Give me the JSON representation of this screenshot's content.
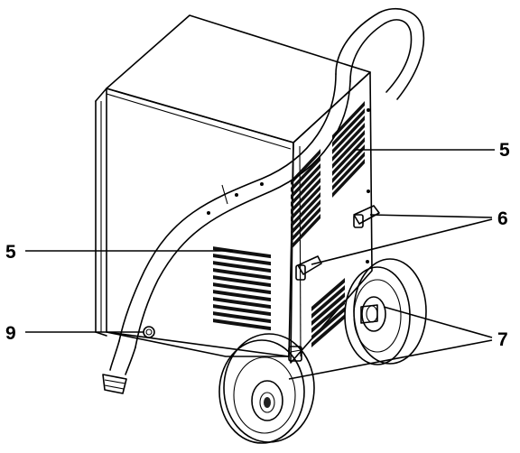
{
  "callouts": [
    {
      "id": "callout-5-top",
      "label": "5"
    },
    {
      "id": "callout-6",
      "label": "6"
    },
    {
      "id": "callout-5-left",
      "label": "5"
    },
    {
      "id": "callout-9",
      "label": "9"
    },
    {
      "id": "callout-7",
      "label": "7"
    }
  ]
}
